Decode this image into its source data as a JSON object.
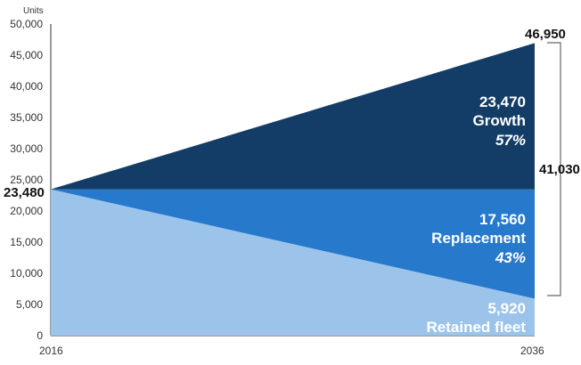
{
  "chart_data": {
    "type": "area",
    "y_unit_label": "Units",
    "x": [
      "2016",
      "2036"
    ],
    "ylim": [
      0,
      50000
    ],
    "y_ticks": [
      0,
      5000,
      10000,
      15000,
      20000,
      25000,
      30000,
      35000,
      40000,
      45000,
      50000
    ],
    "y_tick_labels": [
      "0",
      "5,000",
      "10,000",
      "15,000",
      "20,000",
      "25,000",
      "30,000",
      "35,000",
      "40,000",
      "45,000",
      "50,000"
    ],
    "grid": false,
    "start_value": 23480,
    "start_label": "23,480",
    "end_total": 46950,
    "end_total_label": "46,950",
    "bracket_value": 41030,
    "bracket_label": "41,030",
    "series": [
      {
        "name": "Retained fleet",
        "start": 23480,
        "end": 5920,
        "value_label": "5,920",
        "pct_label": "",
        "color": "#9cc4ea"
      },
      {
        "name": "Replacement",
        "start": 0,
        "end": 17560,
        "value_label": "17,560",
        "pct_label": "43%",
        "color": "#2779cc"
      },
      {
        "name": "Growth",
        "start": 0,
        "end": 23470,
        "value_label": "23,470",
        "pct_label": "57%",
        "color": "#133d66"
      }
    ]
  }
}
